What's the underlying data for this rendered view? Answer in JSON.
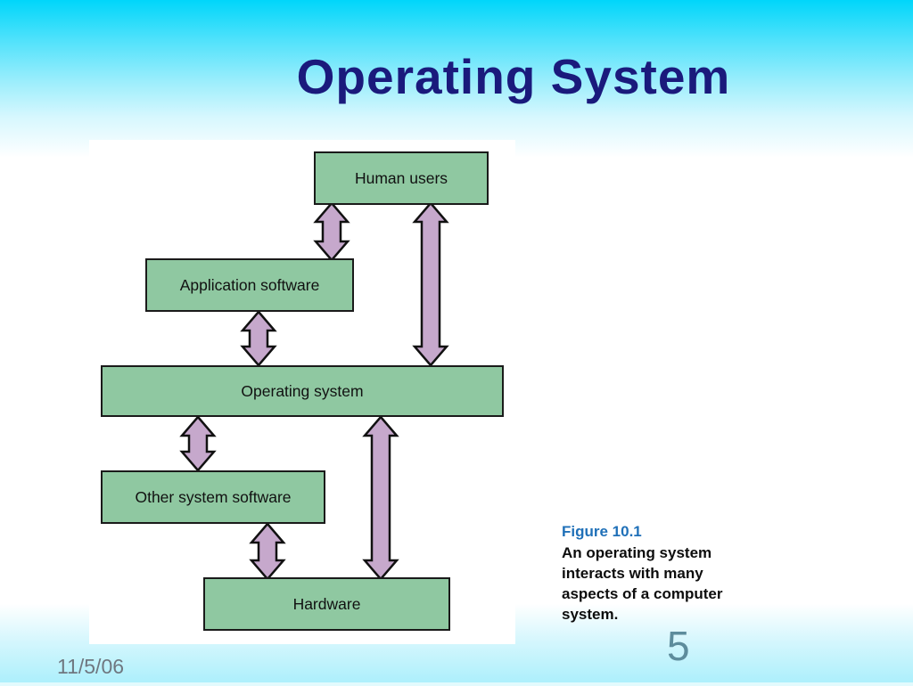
{
  "slide": {
    "title": "Operating System",
    "date": "11/5/06",
    "page_number": "5"
  },
  "diagram": {
    "boxes": [
      {
        "id": "human-users",
        "label": "Human users"
      },
      {
        "id": "application-software",
        "label": "Application software"
      },
      {
        "id": "operating-system",
        "label": "Operating system"
      },
      {
        "id": "other-system-software",
        "label": "Other system software"
      },
      {
        "id": "hardware",
        "label": "Hardware"
      }
    ],
    "connections": [
      {
        "from": "Human users",
        "to": "Application software",
        "type": "double-headed-arrow"
      },
      {
        "from": "Human users",
        "to": "Operating system",
        "type": "double-headed-arrow"
      },
      {
        "from": "Application software",
        "to": "Operating system",
        "type": "double-headed-arrow"
      },
      {
        "from": "Operating system",
        "to": "Other system software",
        "type": "double-headed-arrow"
      },
      {
        "from": "Operating system",
        "to": "Hardware",
        "type": "double-headed-arrow"
      },
      {
        "from": "Other system software",
        "to": "Hardware",
        "type": "double-headed-arrow"
      }
    ],
    "colors": {
      "box_fill": "#8fc8a1",
      "box_border": "#1a1a1a",
      "arrow_fill": "#c6a8cc",
      "arrow_outline": "#111111"
    }
  },
  "caption": {
    "figure_label": "Figure 10.1",
    "text": "An operating system interacts with many aspects of a computer system.",
    "label_color": "#1f70b8"
  },
  "colors": {
    "title": "#1a1a7c",
    "background_top": "#00d6fa",
    "background_bottom": "#aceffb",
    "date_text": "#6f7780",
    "page_number_text": "#5d8c9c"
  }
}
